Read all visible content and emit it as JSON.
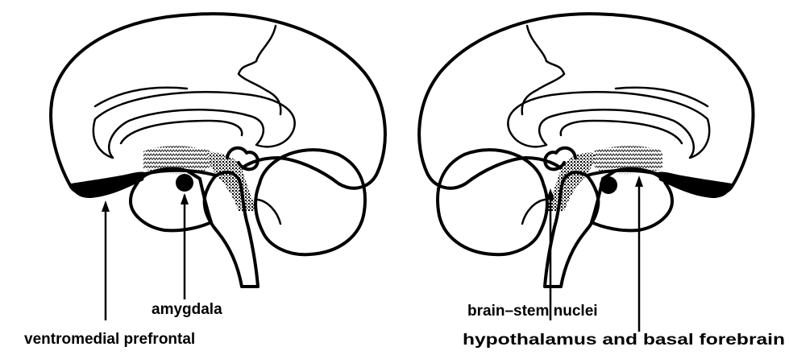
{
  "figure": {
    "left_hemisphere": {
      "labels": {
        "amygdala": "amygdala",
        "ventromedial_prefrontal": "ventromedial prefrontal"
      }
    },
    "right_hemisphere": {
      "labels": {
        "brain_stem_nuclei": "brain–stem nuclei",
        "hypothalamus_basal_forebrain": "hypothalamus and basal forebrain"
      }
    }
  }
}
